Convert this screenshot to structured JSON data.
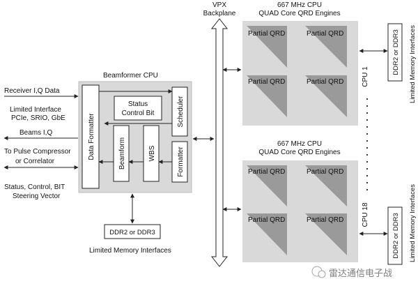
{
  "colors": {
    "panel": "#d9d9d9",
    "engine_shade": "#9a9a9a",
    "line": "#222222",
    "white": "#ffffff"
  },
  "left_labels": {
    "receiver": "Receiver I,Q Data",
    "limited_interface": "Limited Interface",
    "pcie": "PCIe, SRIO, GbE",
    "beams": "Beams I,Q",
    "pulse1": "To Pulse Compressor",
    "pulse2": "or Correlator",
    "status1": "Status, Control, BIT",
    "status2": "Steering Vector"
  },
  "beamformer": {
    "title": "Beamformer CPU",
    "data_formatter": "Data Formatter",
    "status1": "Status",
    "status2": "Control Bit",
    "scheduler": "Scheduler",
    "beamform": "Beamform",
    "wbs": "WBS",
    "formatter": "Formatter",
    "ddr": "DDR2 or DDR3",
    "mem_label": "Limited Memory Interfaces"
  },
  "backplane": {
    "line1": "VPX",
    "line2": "Backplane"
  },
  "cpu_top": {
    "title1": "667 MHz CPU",
    "title2": "QUAD Core QRD Engines",
    "engines": [
      "Partial QRD",
      "Partial QRD",
      "Partial QRD",
      "Partial QRD"
    ],
    "cpu_label": "CPU 1",
    "ddr": "DDR2 or DDR3",
    "mem_label": "Limited Memory Interfaces"
  },
  "cpu_bottom": {
    "title1": "667 MHz CPU",
    "title2": "QUAD Core QRD Engines",
    "engines": [
      "Partial QRD",
      "Partial QRD",
      "Partial QRD",
      "Partial QRD"
    ],
    "cpu_label": "CPU 18",
    "ddr": "DDR2 or DDR3",
    "mem_label": "Limited Memory Interfaces"
  },
  "watermark": "雷达通信电子战"
}
